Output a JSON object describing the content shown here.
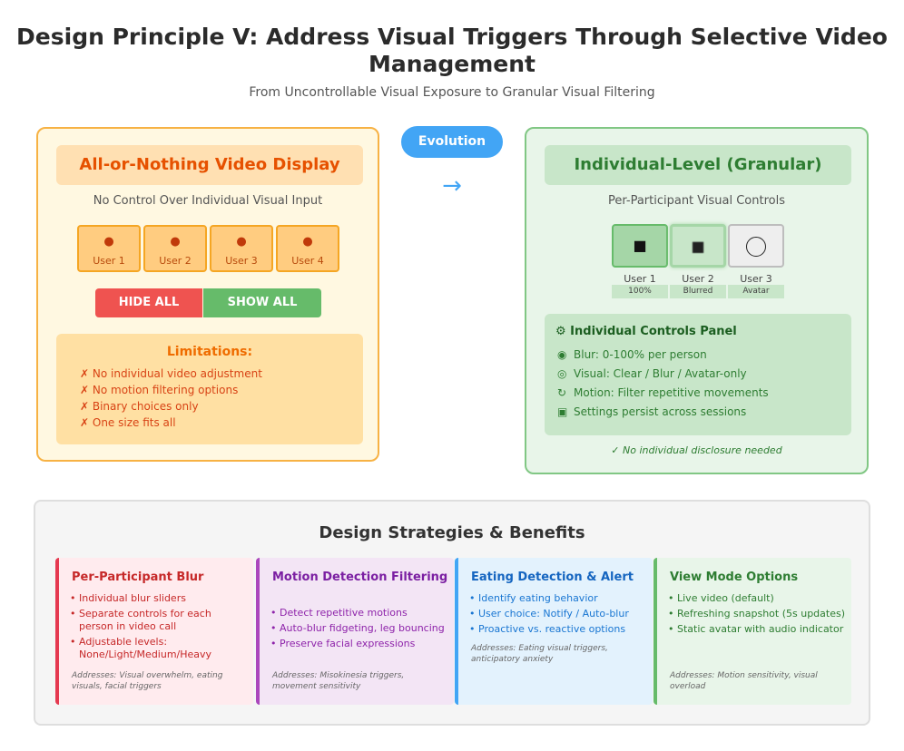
{
  "header": {
    "title": "Design Principle V: Address Visual Triggers Through Selective Video Management",
    "subtitle": "From Uncontrollable Visual Exposure to Granular Visual Filtering"
  },
  "left": {
    "title": "All-or-Nothing Video Display",
    "subtitle": "No Control Over Individual Visual Input",
    "users": [
      "User 1",
      "User 2",
      "User 3",
      "User 4"
    ],
    "hide_all": "HIDE ALL",
    "show_all": "SHOW ALL",
    "limitations_title": "Limitations:",
    "limitations": [
      "✗ No individual video adjustment",
      "✗ No motion filtering options",
      "✗ Binary choices only",
      "✗ One size fits all"
    ]
  },
  "evolution": {
    "label": "Evolution",
    "arrow": "→"
  },
  "right": {
    "title": "Individual-Level (Granular)",
    "subtitle": "Per-Participant Visual Controls",
    "users": [
      {
        "name": "User 1",
        "state": "100%"
      },
      {
        "name": "User 2",
        "state": "Blurred"
      },
      {
        "name": "User 3",
        "state": "Avatar"
      }
    ],
    "panel_title": "⚙ Individual Controls Panel",
    "controls": [
      {
        "icon": "◉",
        "text": "Blur: 0-100% per person"
      },
      {
        "icon": "◎",
        "text": "Visual: Clear / Blur / Avatar-only"
      },
      {
        "icon": "↻",
        "text": "Motion: Filter repetitive movements"
      },
      {
        "icon": "▣",
        "text": "Settings persist across sessions"
      }
    ],
    "note": "✓ No individual disclosure needed"
  },
  "strategies": {
    "title": "Design Strategies & Benefits",
    "cards": [
      {
        "title": "Per-Participant Blur",
        "items": [
          "Individual blur sliders",
          "Separate controls for each person in video call",
          "Adjustable levels: None/Light/Medium/Heavy"
        ],
        "addresses": "Addresses: Visual overwhelm, eating visuals, facial triggers"
      },
      {
        "title": "Motion Detection Filtering",
        "items": [
          "Detect repetitive motions",
          "Auto-blur fidgeting, leg bouncing",
          "Preserve facial expressions"
        ],
        "addresses": "Addresses: Misokinesia triggers, movement sensitivity"
      },
      {
        "title": "Eating Detection & Alert",
        "items": [
          "Identify eating behavior",
          "User choice: Notify / Auto-blur",
          "Proactive vs. reactive options"
        ],
        "addresses": "Addresses: Eating visual triggers, anticipatory anxiety"
      },
      {
        "title": "View Mode Options",
        "items": [
          "Live video (default)",
          "Refreshing snapshot (5s updates)",
          "Static avatar with audio indicator"
        ],
        "addresses": "Addresses: Motion sensitivity, visual overload"
      }
    ]
  },
  "colors": {
    "orange_accent": "#e65100",
    "green_accent": "#2e7d32",
    "blue_accent": "#42a5f5",
    "red_accent": "#ef5350",
    "purple_accent": "#8e24aa"
  },
  "icons": {
    "user": "person-icon",
    "avatar": "circle-avatar-icon",
    "arrow": "arrow-right-icon"
  }
}
